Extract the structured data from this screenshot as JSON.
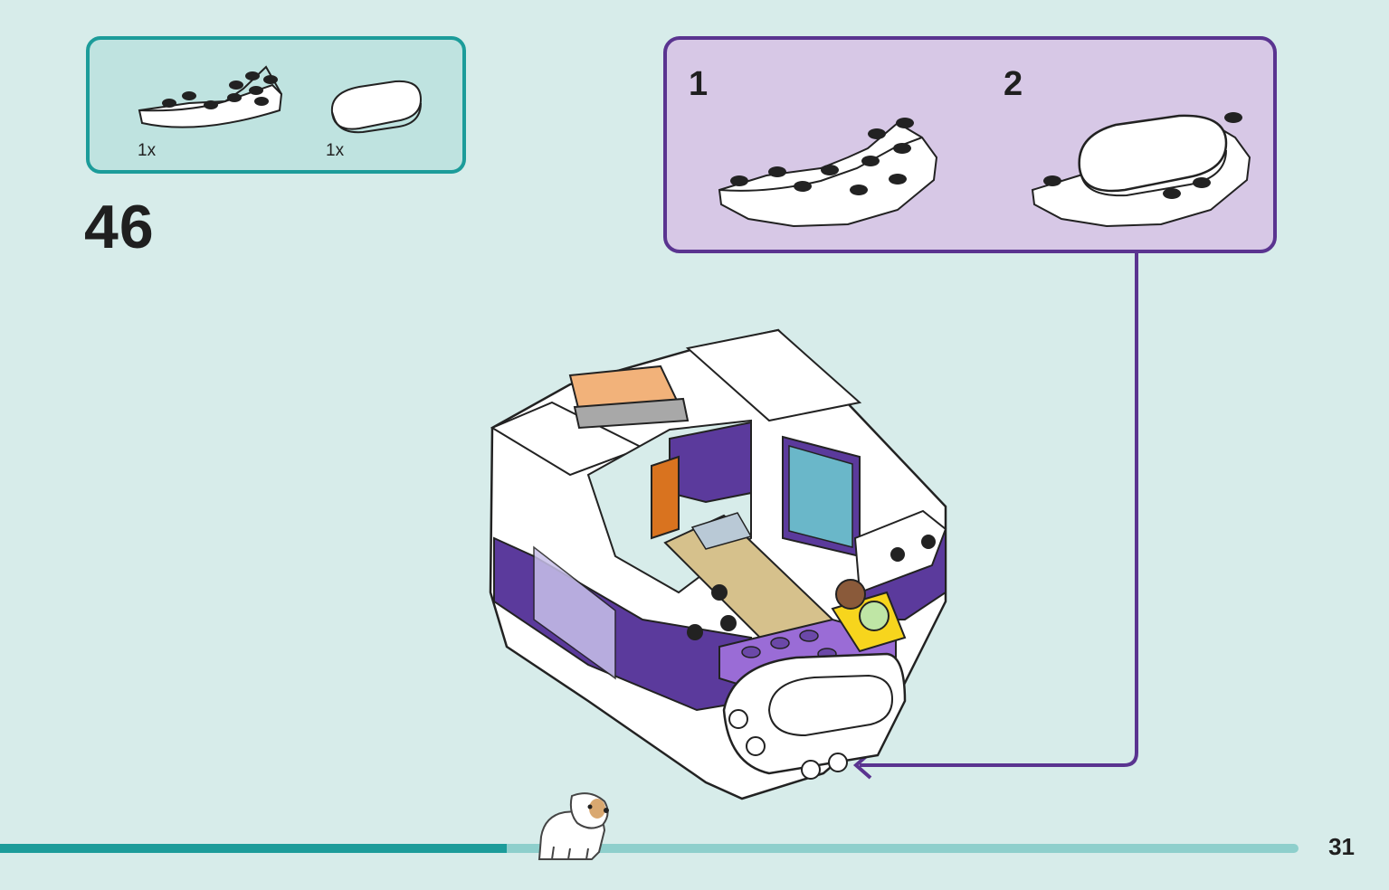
{
  "step": {
    "number": "46"
  },
  "parts": [
    {
      "qty": "1x",
      "name": "plate-round-half-studs"
    },
    {
      "qty": "1x",
      "name": "tile-oval"
    }
  ],
  "substeps": [
    {
      "label": "1"
    },
    {
      "label": "2"
    }
  ],
  "progress": {
    "fraction": 0.39
  },
  "page": {
    "number": "31"
  },
  "colors": {
    "background": "#d7ecea",
    "parts_border": "#1c9c9a",
    "substep_border": "#5a3490",
    "substep_fill": "#d7c8e6",
    "brick_purple": "#5b3a9c",
    "progress_fill": "#1c9c9a",
    "progress_track": "#8ecfcc"
  }
}
